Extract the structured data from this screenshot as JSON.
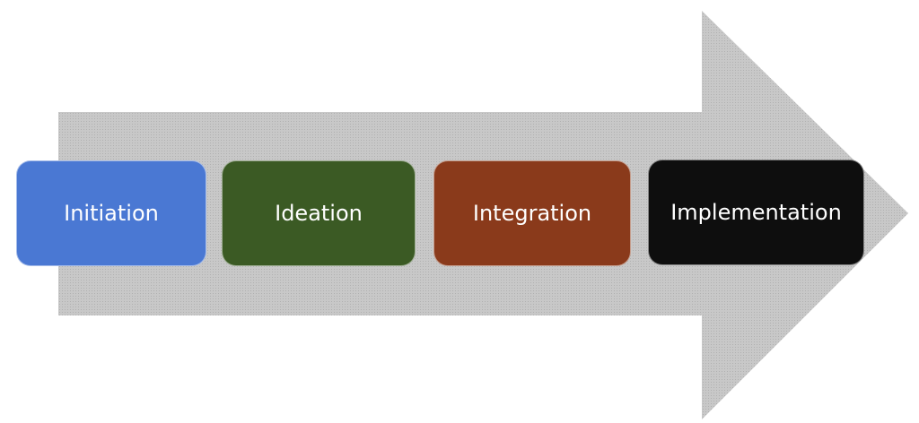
{
  "diagram": {
    "arrow_color": "#c4c4c4",
    "steps": [
      {
        "label": "Initiation",
        "color": "#4a78d3"
      },
      {
        "label": "Ideation",
        "color": "#3b5a24"
      },
      {
        "label": "Integration",
        "color": "#8a3a1b"
      },
      {
        "label": "Implementation",
        "color": "#0e0e0e"
      }
    ]
  }
}
